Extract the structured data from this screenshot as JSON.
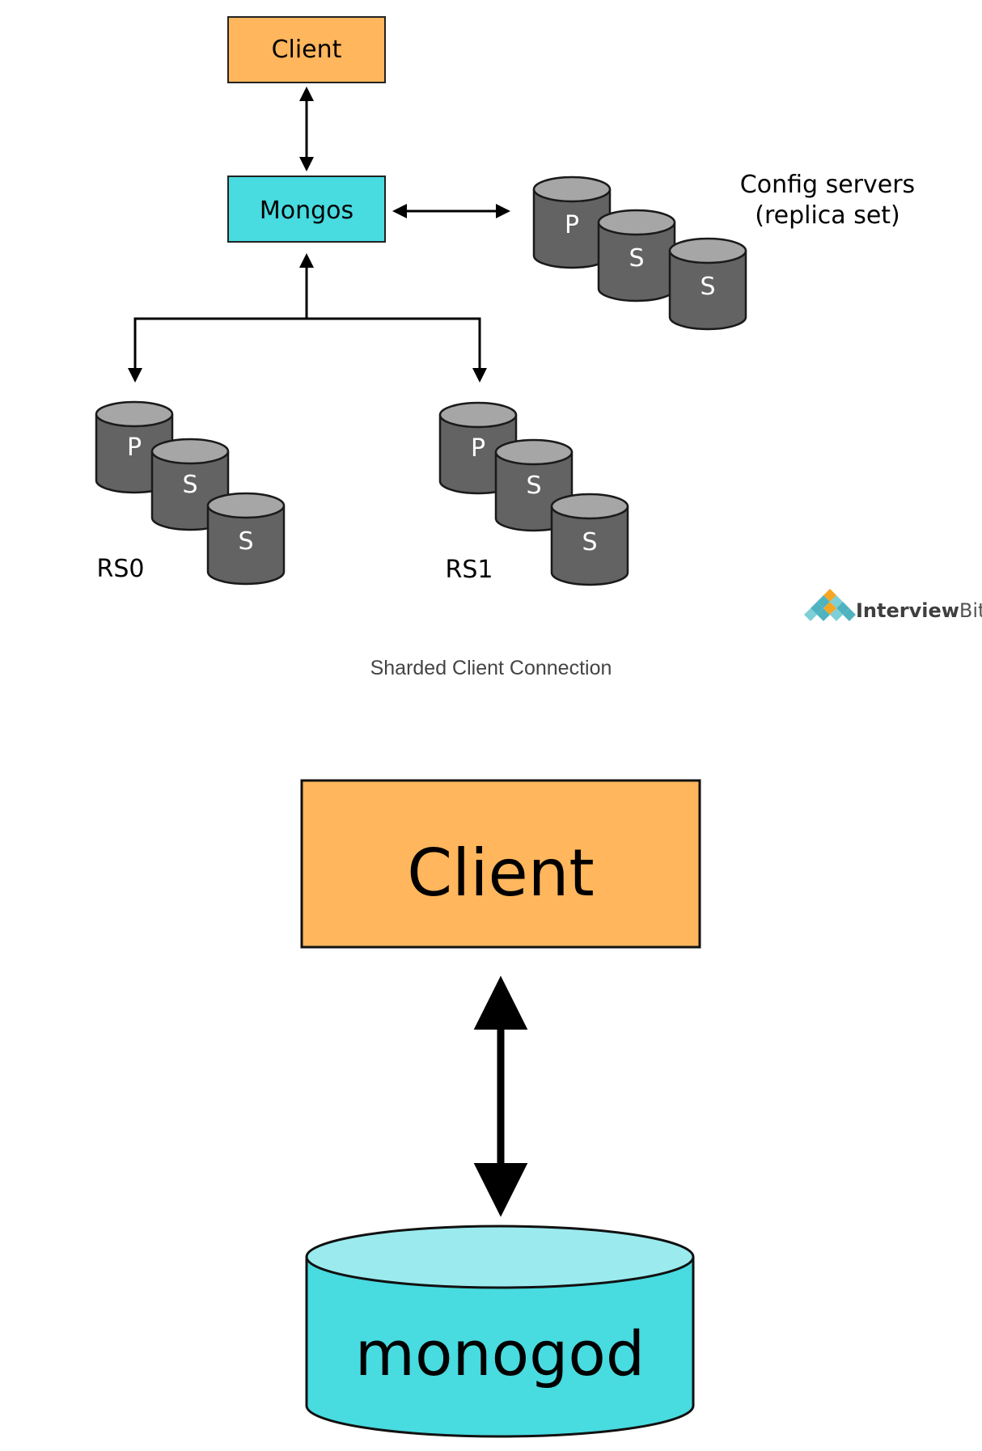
{
  "top_diagram": {
    "client_label": "Client",
    "mongos_label": "Mongos",
    "config_label_line1": "Config servers",
    "config_label_line2": "(replica set)",
    "config_members": [
      "P",
      "S",
      "S"
    ],
    "rs0_label": "RS0",
    "rs0_members": [
      "P",
      "S",
      "S"
    ],
    "rs1_label": "RS1",
    "rs1_members": [
      "P",
      "S",
      "S"
    ],
    "logo_text_bold": "Interview",
    "logo_text_light": "Bit"
  },
  "caption": "Sharded Client Connection",
  "bottom_diagram": {
    "client_label": "Client",
    "db_label": "monogod"
  },
  "colors": {
    "client_fill": "#FFB65C",
    "mongos_fill": "#48DBE0",
    "db_top_fill": "#9BEBEE",
    "db_body_fill": "#48DBE0",
    "cyl_body": "#636363",
    "cyl_top": "#A6A6A6",
    "logo_teal": "#4FB3BF",
    "logo_orange": "#F5A623"
  }
}
